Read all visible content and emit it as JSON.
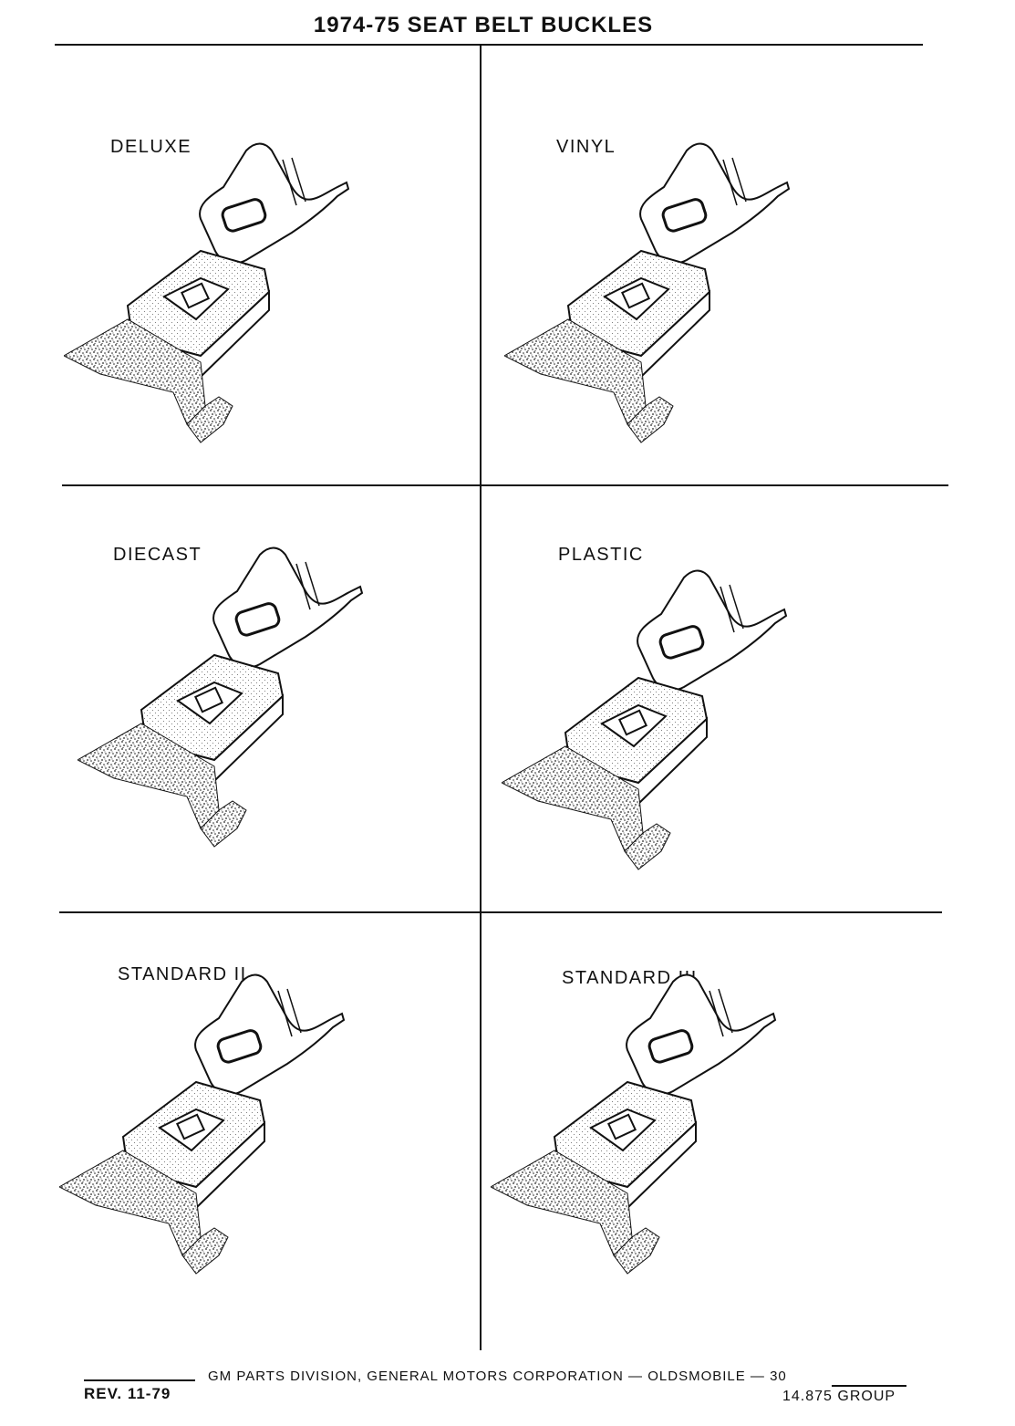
{
  "page": {
    "title": "1974-75 SEAT BELT BUCKLES"
  },
  "panels": [
    {
      "label": "DELUXE"
    },
    {
      "label": "VINYL"
    },
    {
      "label": "DIECAST"
    },
    {
      "label": "PLASTIC"
    },
    {
      "label": "STANDARD II"
    },
    {
      "label": "STANDARD III"
    }
  ],
  "footer": {
    "center": "GM PARTS DIVISION, GENERAL MOTORS CORPORATION — OLDSMOBILE — 30",
    "revision": "REV. 11-79",
    "group": "14.875 GROUP"
  }
}
